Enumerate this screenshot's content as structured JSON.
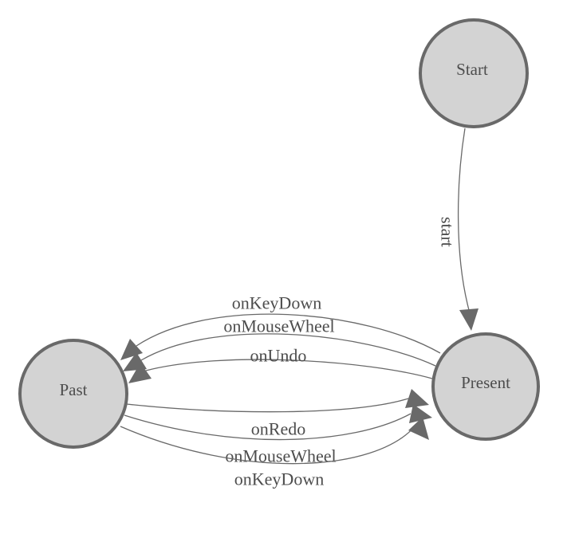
{
  "diagram": {
    "type": "state-machine",
    "colors": {
      "background": "#ffffff",
      "node_fill": "#d3d3d3",
      "node_stroke": "#696969",
      "edge_stroke": "#696969",
      "arrowhead_fill": "#696969",
      "label_text": "#4d4d4d"
    },
    "nodes": [
      {
        "id": "start",
        "label": "Start"
      },
      {
        "id": "past",
        "label": "Past"
      },
      {
        "id": "present",
        "label": "Present"
      }
    ],
    "edges": [
      {
        "from": "Start",
        "to": "Present",
        "label": "start",
        "label_orientation": "vertical"
      },
      {
        "from": "Present",
        "to": "Past",
        "label": "onKeyDown",
        "label_orientation": "horizontal"
      },
      {
        "from": "Present",
        "to": "Past",
        "label": "onMouseWheel",
        "label_orientation": "horizontal"
      },
      {
        "from": "Present",
        "to": "Past",
        "label": "onUndo",
        "label_orientation": "horizontal"
      },
      {
        "from": "Past",
        "to": "Present",
        "label": "onRedo",
        "label_orientation": "horizontal"
      },
      {
        "from": "Past",
        "to": "Present",
        "label": "onMouseWheel",
        "label_orientation": "horizontal"
      },
      {
        "from": "Past",
        "to": "Present",
        "label": "onKeyDown",
        "label_orientation": "horizontal"
      }
    ]
  }
}
